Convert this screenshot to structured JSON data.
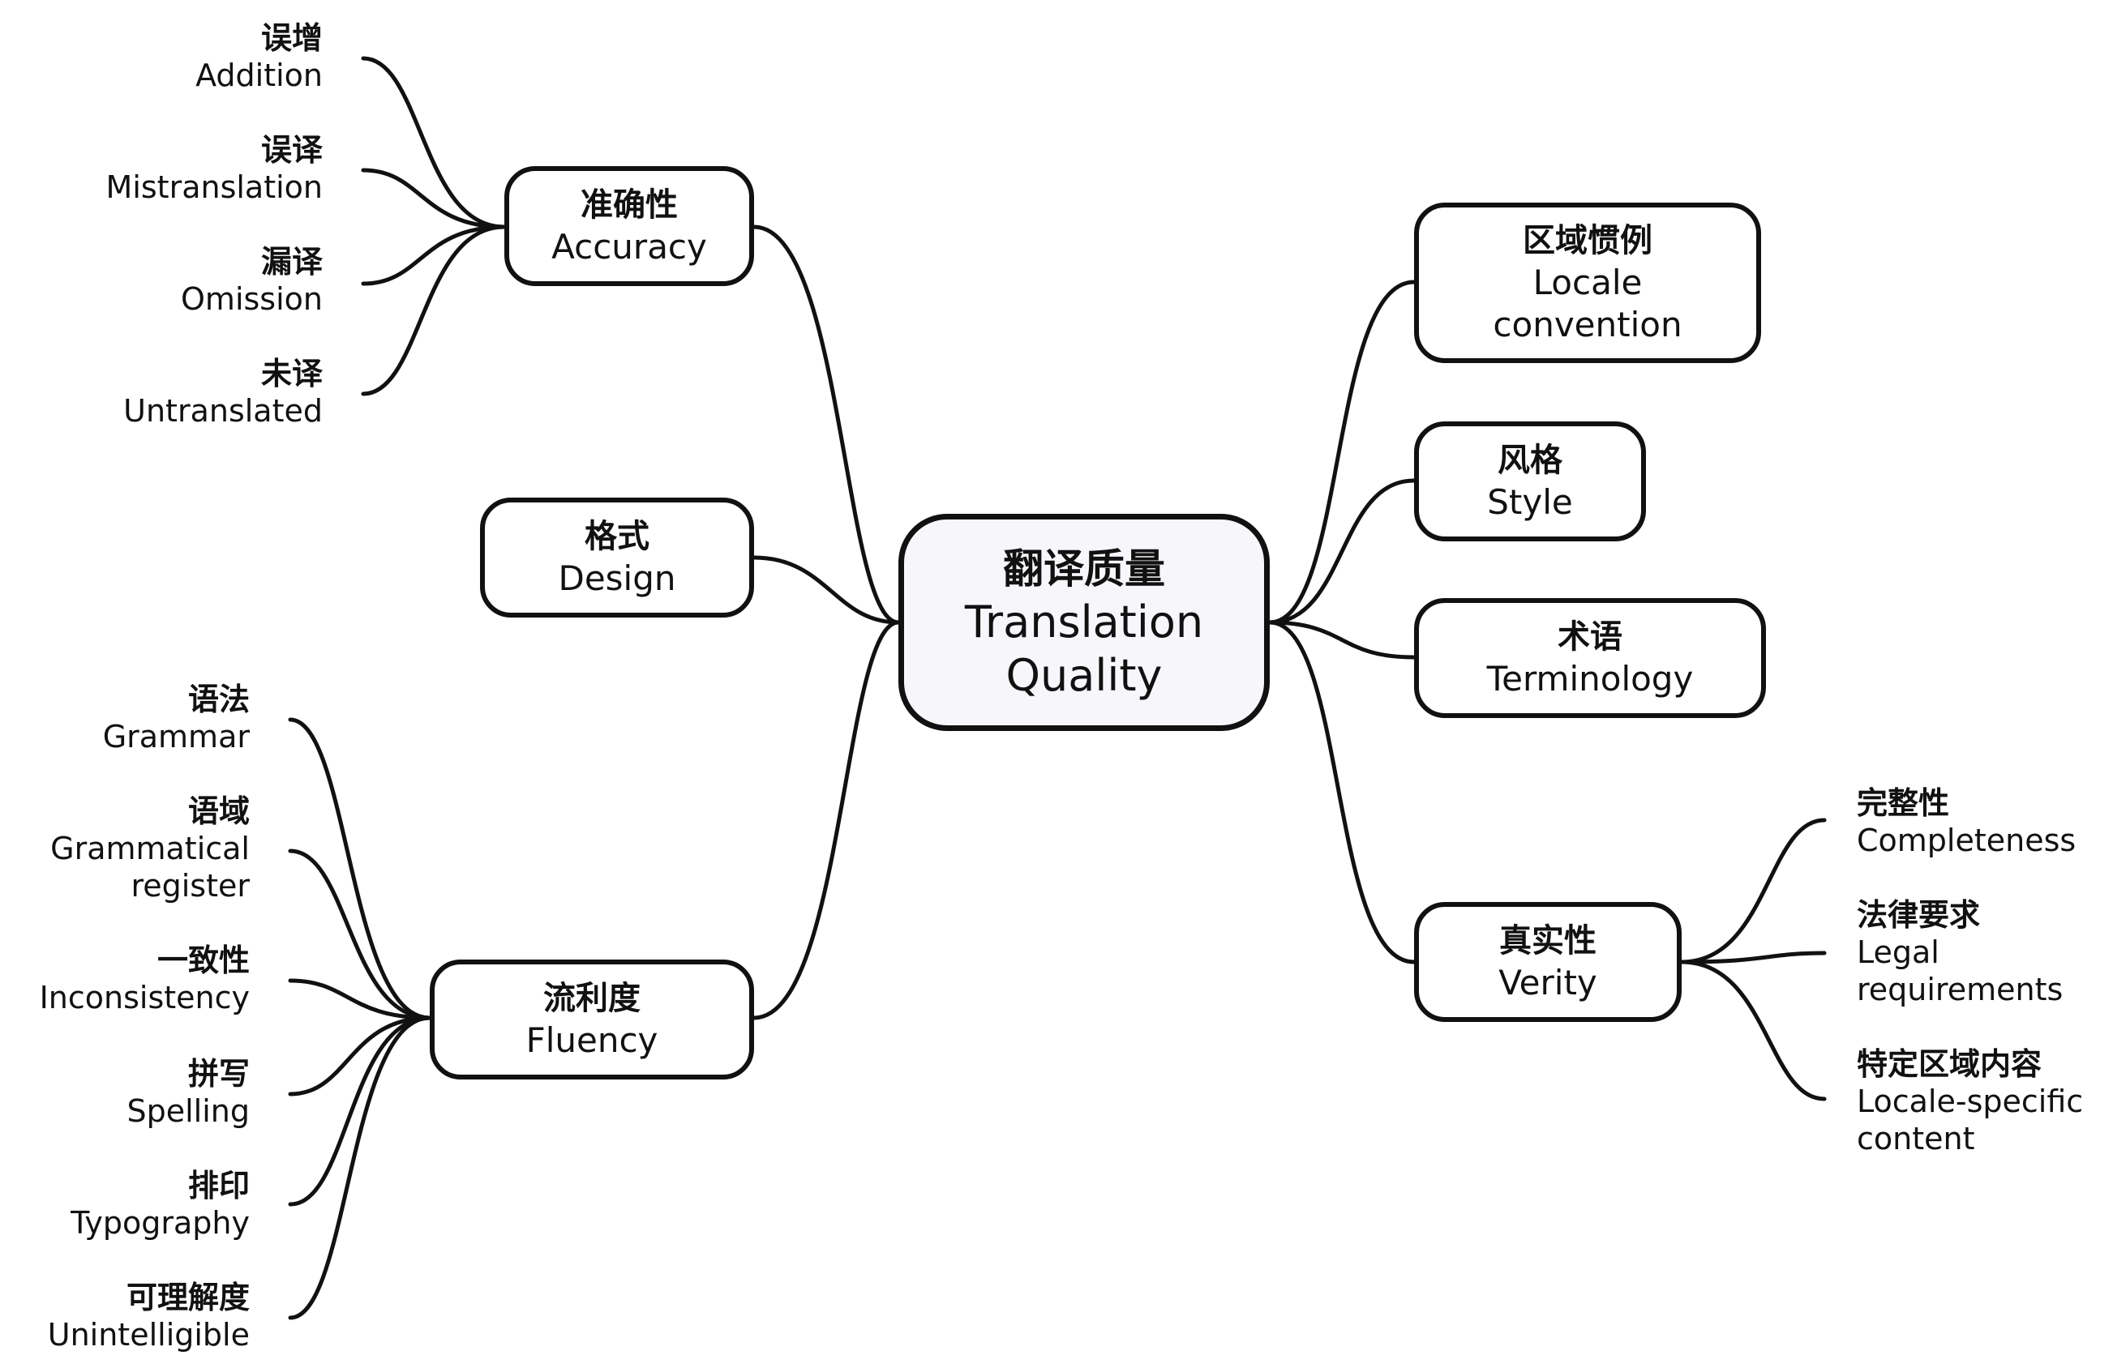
{
  "center": {
    "zh": "翻译质量",
    "en1": "Translation",
    "en2": "Quality"
  },
  "branches": {
    "accuracy": {
      "zh": "准确性",
      "en": "Accuracy"
    },
    "design": {
      "zh": "格式",
      "en": "Design"
    },
    "fluency": {
      "zh": "流利度",
      "en": "Fluency"
    },
    "locale": {
      "zh": "区域惯例",
      "en1": "Locale",
      "en2": "convention"
    },
    "style": {
      "zh": "风格",
      "en": "Style"
    },
    "terminology": {
      "zh": "术语",
      "en": "Terminology"
    },
    "verity": {
      "zh": "真实性",
      "en": "Verity"
    }
  },
  "accuracy_leaves": [
    {
      "zh": "误增",
      "en": "Addition"
    },
    {
      "zh": "误译",
      "en": "Mistranslation"
    },
    {
      "zh": "漏译",
      "en": "Omission"
    },
    {
      "zh": "未译",
      "en": "Untranslated"
    }
  ],
  "fluency_leaves": [
    {
      "zh": "语法",
      "en": "Grammar"
    },
    {
      "zh": "语域",
      "en": "Grammatical",
      "en2": "register"
    },
    {
      "zh": "一致性",
      "en": "Inconsistency"
    },
    {
      "zh": "拼写",
      "en": "Spelling"
    },
    {
      "zh": "排印",
      "en": "Typography"
    },
    {
      "zh": "可理解度",
      "en": "Unintelligible"
    }
  ],
  "verity_leaves": [
    {
      "zh": "完整性",
      "en": "Completeness"
    },
    {
      "zh": "法律要求",
      "en": "Legal",
      "en2": "requirements"
    },
    {
      "zh": "特定区域内容",
      "en": "Locale-specific",
      "en2": "content"
    }
  ]
}
